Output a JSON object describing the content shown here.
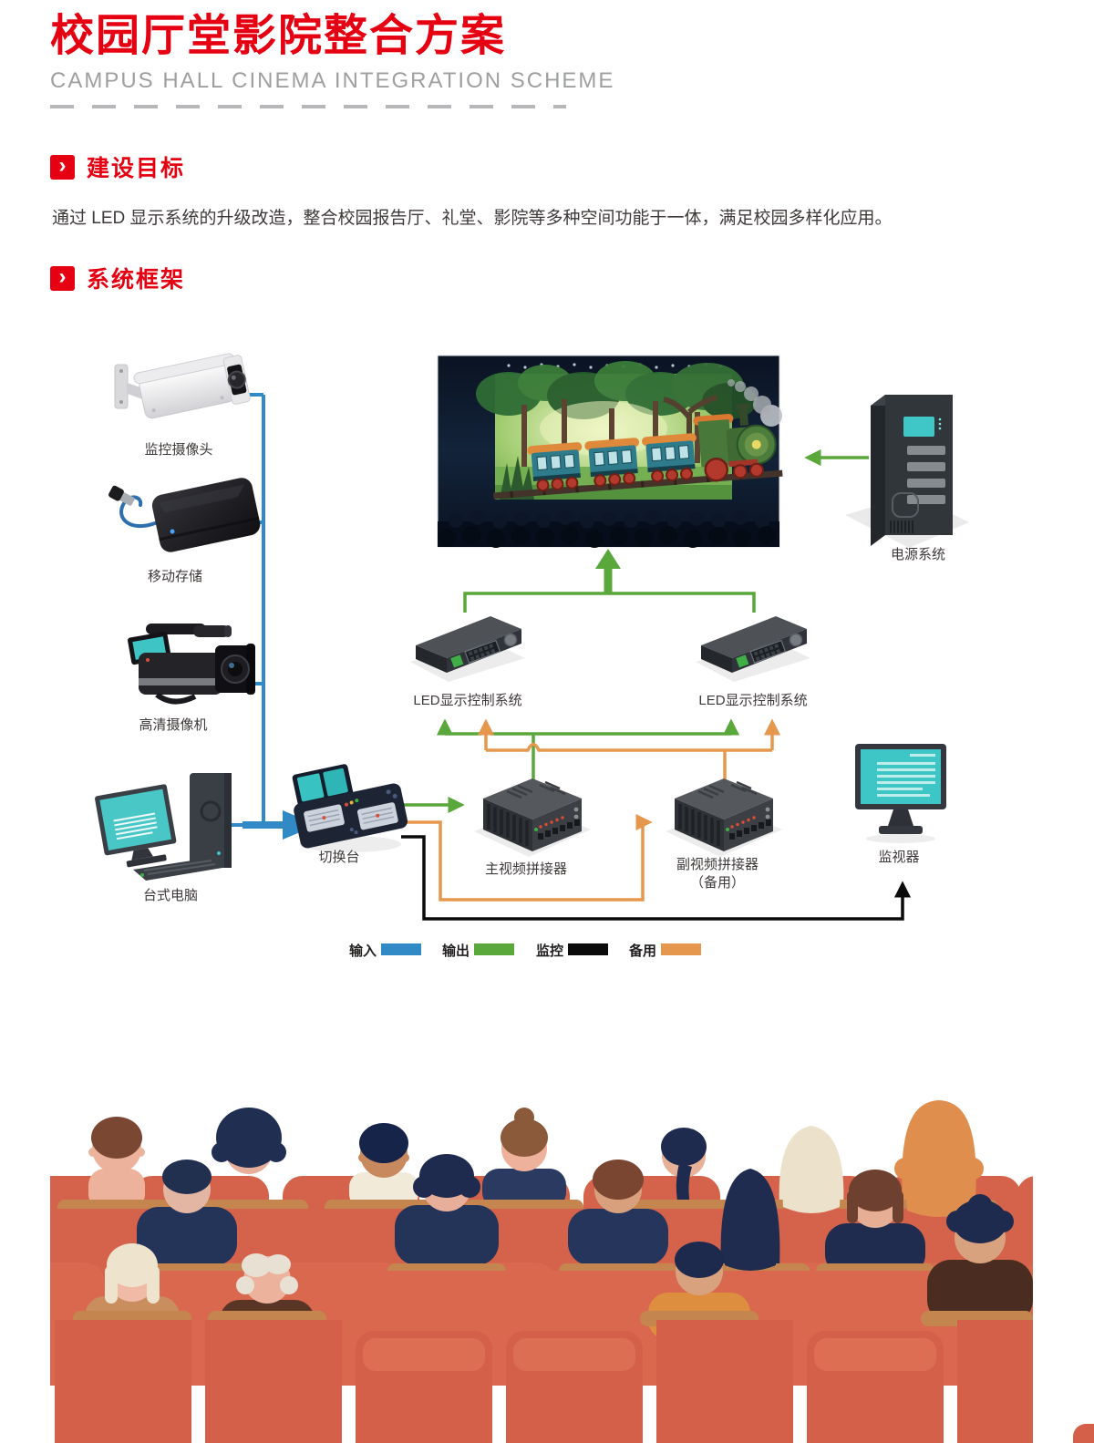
{
  "page": {
    "title": "校园厅堂影院整合方案",
    "subtitle": "CAMPUS HALL CINEMA INTEGRATION SCHEME"
  },
  "ui": {
    "section_marker": "›"
  },
  "sections": {
    "goal": {
      "heading": "建设目标",
      "body": "通过 LED 显示系统的升级改造，整合校园报告厅、礼堂、影院等多种空间功能于一体，满足校园多样化应用。"
    },
    "framework": {
      "heading": "系统框架"
    }
  },
  "diagram": {
    "nodes": {
      "camera": "监控摄像头",
      "storage": "移动存储",
      "camcorder": "高清摄像机",
      "desktop": "台式电脑",
      "switcher": "切换台",
      "main_splicer": "主视频拼接器",
      "backup_splicer": "副视频拼接器",
      "backup_splicer_note": "（备用）",
      "led_left": "LED显示控制系统",
      "led_right": "LED显示控制系统",
      "power": "电源系统",
      "monitor": "监视器"
    },
    "legend": {
      "items": [
        {
          "label": "输入",
          "color": "#3189c5"
        },
        {
          "label": "输出",
          "color": "#5aa73c"
        },
        {
          "label": "监控",
          "color": "#0c0b0b"
        },
        {
          "label": "备用",
          "color": "#e5984d"
        }
      ]
    },
    "line_colors": {
      "input": "#3189c5",
      "output": "#5aa73c",
      "monitoring": "#0c0b0b",
      "backup": "#e5984d"
    },
    "accent_red": "#e50112"
  }
}
